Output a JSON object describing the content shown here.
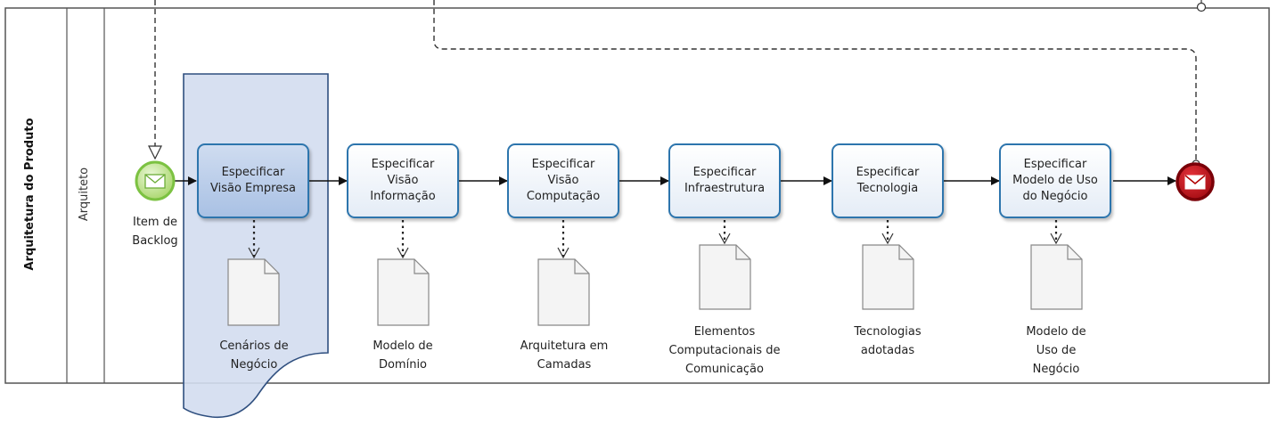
{
  "pool": {
    "label": "Arquitetura do Produto"
  },
  "lane": {
    "label": "Arquiteto"
  },
  "start_event": {
    "label": "Item de\nBacklog",
    "icon": "envelope-icon",
    "color": "#8bc34a"
  },
  "end_event": {
    "label": "",
    "icon": "envelope-icon",
    "color": "#b00000"
  },
  "tasks": [
    {
      "label": "Especificar\nVisão Empresa",
      "selected": true
    },
    {
      "label": "Especificar\nVisão\nInformação",
      "selected": false
    },
    {
      "label": "Especificar\nVisão\nComputação",
      "selected": false
    },
    {
      "label": "Especificar\nInfraestrutura",
      "selected": false
    },
    {
      "label": "Especificar\nTecnologia",
      "selected": false
    },
    {
      "label": "Especificar\nModelo de  Uso\ndo Negócio",
      "selected": false
    }
  ],
  "artifacts": [
    {
      "label": "Cenários de\nNegócio"
    },
    {
      "label": "Modelo de\nDomínio"
    },
    {
      "label": "Arquitetura em\nCamadas"
    },
    {
      "label": "Elementos\nComputacionais de\nComunicação"
    },
    {
      "label": "Tecnologias\nadotadas"
    },
    {
      "label": "Modelo de\nUso de\nNegócio"
    }
  ],
  "colors": {
    "task_border": "#2d75ad",
    "selection_fill": "#d3ddef",
    "selection_border": "#2f4f7f",
    "line": "#222222"
  }
}
